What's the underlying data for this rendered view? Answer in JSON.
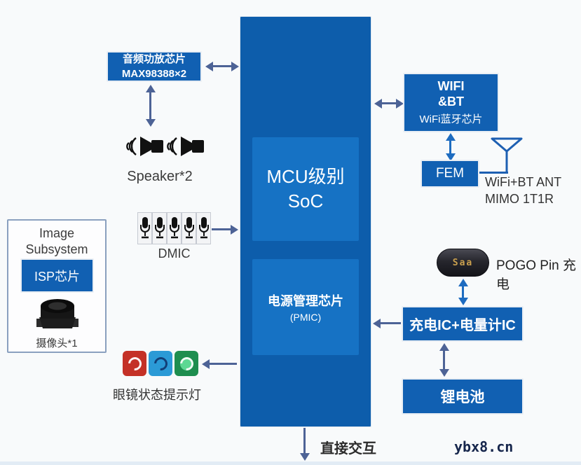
{
  "diagram": {
    "soc": {
      "mcu": "MCU级别\nSoC",
      "pmic_title": "电源管理芯片",
      "pmic_sub": "(PMIC)"
    },
    "audio": {
      "amp": "音频功放芯片\nMAX98388×2",
      "speakers": "Speaker*2",
      "dmic": "DMIC"
    },
    "camera": {
      "title": "Image\nSubsystem",
      "isp": "ISP芯片",
      "sensor": "摄像头*1"
    },
    "status_leds": {
      "label": "眼镜状态提示灯",
      "colors": [
        "#c43127",
        "#2b9ad6",
        "#1e8e4f"
      ]
    },
    "wireless": {
      "wifi_line1": "WIFI",
      "wifi_line2": "&BT",
      "wifi_line3": "WiFi蓝牙芯片",
      "fem": "FEM",
      "antenna": "WiFi+BT ANT\nMIMO 1T1R"
    },
    "power": {
      "pogo_label": "POGO Pin 充电",
      "pogo_marking": "Saa",
      "charger": "充电IC+电量计IC",
      "battery": "锂电池"
    },
    "interaction": "直接交互"
  },
  "watermark": "ybx8.cn",
  "palette": {
    "soc_blue": "#0d5dab",
    "inner_blue": "#1672c4",
    "box_blue": "#1160b2",
    "arrow_slate": "#4d6396",
    "arrow_blue": "#1e6cc0",
    "border_slate": "#8aa0bf"
  }
}
